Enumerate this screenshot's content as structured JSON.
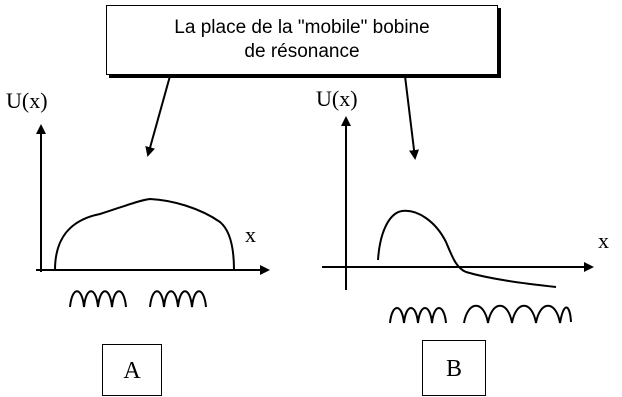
{
  "callout": {
    "line1": "La place de la \"mobile\" bobine",
    "line2": "de résonance"
  },
  "panel_a": {
    "y_label": "U(x)",
    "x_label": "x",
    "tag": "A"
  },
  "panel_b": {
    "y_label": "U(x)",
    "x_label": "x",
    "tag": "B"
  }
}
